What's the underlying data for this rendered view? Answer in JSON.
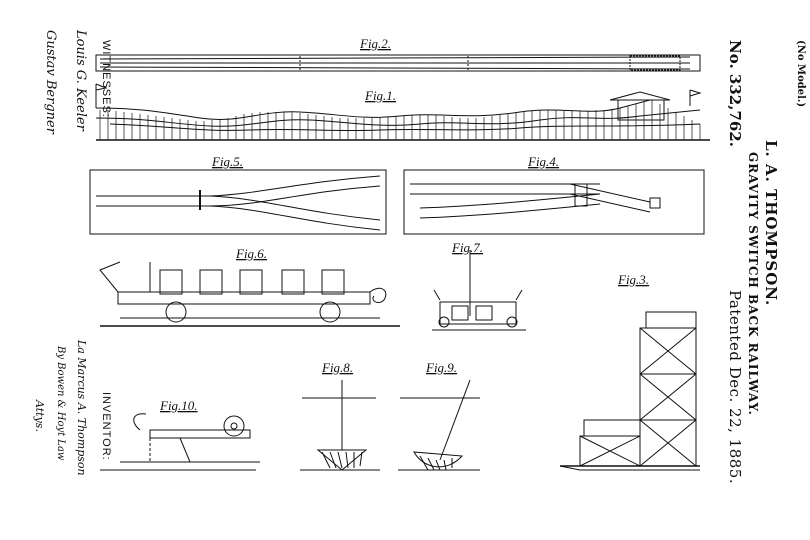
{
  "header": {
    "no_model": "(No Model.)",
    "patent_number": "No. 332,762.",
    "inventor_name": "L. A. THOMPSON.",
    "title": "GRAVITY SWITCH BACK RAILWAY.",
    "patented_date": "Patented Dec. 22, 1885."
  },
  "witnesses": {
    "label": "WITNESSES:",
    "sig1": "Louis G. Keeler",
    "sig2": "Gustav Bergner"
  },
  "inventor": {
    "label": "INVENTOR:",
    "signature": "La Marcus A. Thompson",
    "by": "By Bowen & Hoyt Law",
    "attys": "Attys."
  },
  "figures": {
    "fig1": "Fig.1.",
    "fig2": "Fig.2.",
    "fig3": "Fig.3.",
    "fig4": "Fig.4.",
    "fig5": "Fig.5.",
    "fig6": "Fig.6.",
    "fig7": "Fig.7.",
    "fig8": "Fig.8.",
    "fig9": "Fig.9.",
    "fig10": "Fig.10."
  }
}
